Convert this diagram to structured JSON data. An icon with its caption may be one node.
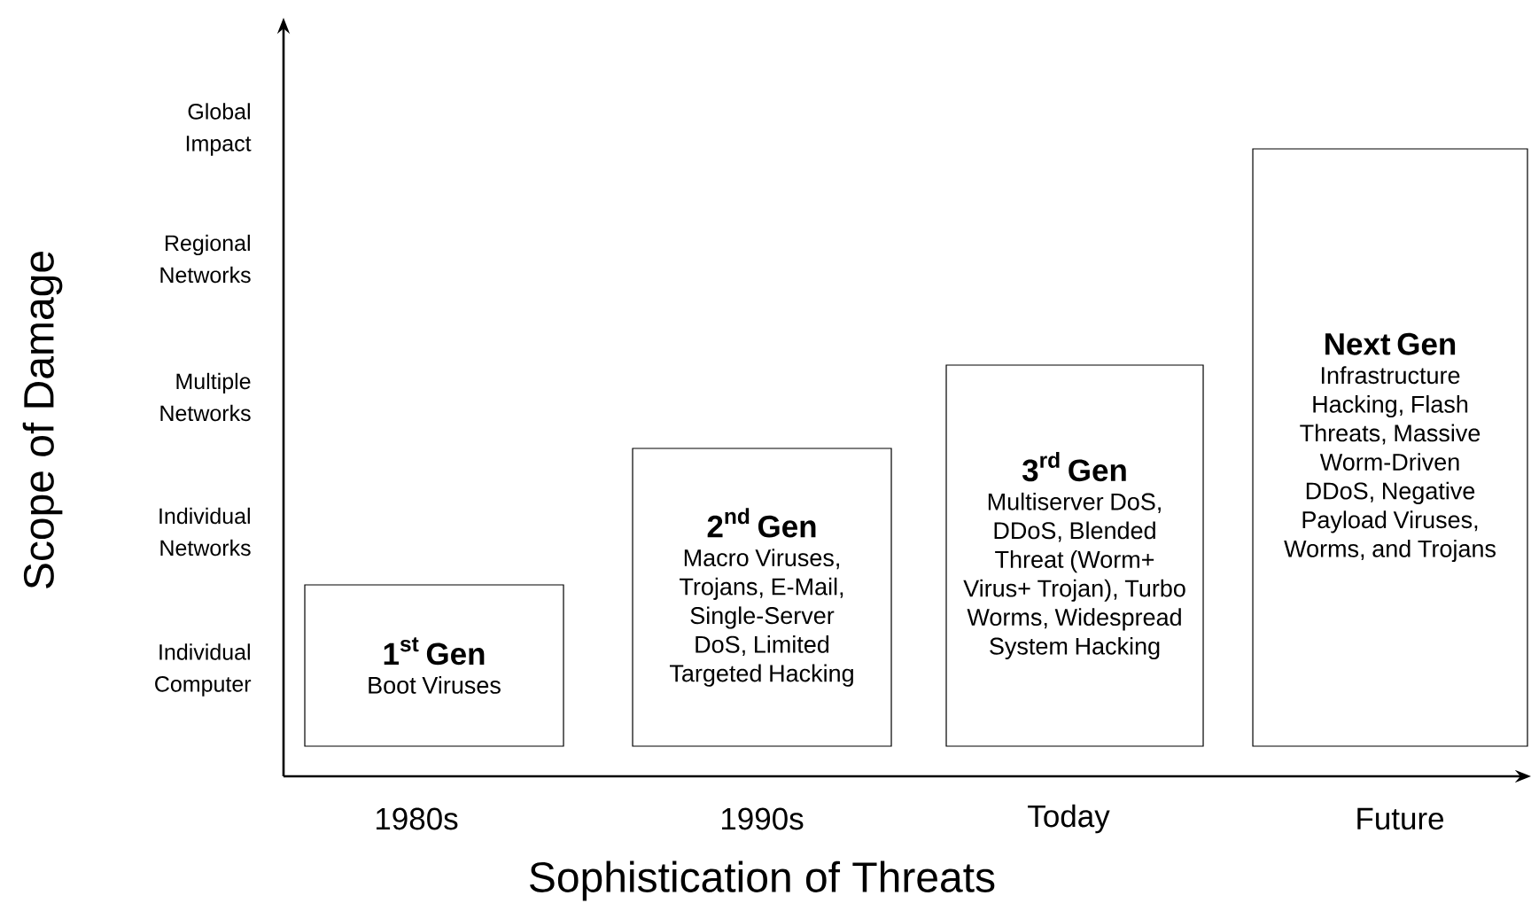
{
  "diagram": {
    "nodes": [
      {
        "text": [
          "\\textbf{1}^{\\textbf{st}}\\textbf{ Gen}",
          "Boot Viruses"
        ]
      },
      {
        "text": [
          "\\textbf{2}^{\\textbf{nd}}\\textbf{ Gen}",
          "Macro Viruses, Trojans, E-Mail, Single-Server DoS, Limited Targeted Hacking"
        ]
      },
      {
        "text": [
          "\\textbf{3}^{\\textbf{rd}}\\textbf{ Gen}",
          "Multiserver DoS, DDoS, Blended Threat (Worm+ Virus+ Trojan), Turbo Worms, Widespread System Hacking"
        ]
      },
      {
        "text": [
          "\\textbf{Next Gen}",
          "Infrastructure Hacking, Flash Threats, Massive Worm-Driven DDoS, Negative Payload Viruses, Worms, and Trojans"
        ]
      }
    ],
    "labels": [
      "Global Impact",
      "Regional Networks",
      "Multiple Networks",
      "Individual Networks",
      "Individual Computer",
      "Scope of Damage",
      "1980s",
      "1990s",
      "Today",
      "Future",
      "Sophistication of Threats"
    ]
  }
}
